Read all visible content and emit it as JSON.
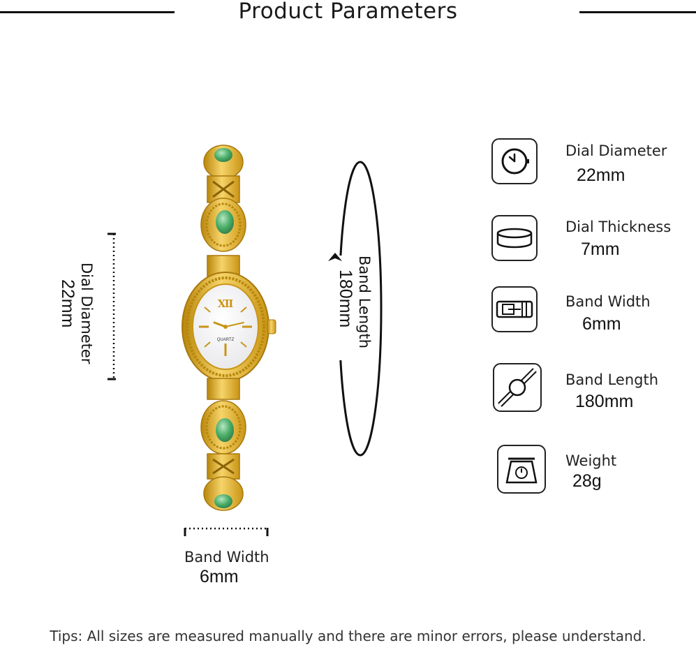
{
  "header": {
    "title": "Product Parameters"
  },
  "product_image": {
    "dial_label": "Dial Diameter",
    "dial_value": "22mm",
    "band_length_label": "Band Length",
    "band_length_value": "180mm",
    "band_width_label": "Band Width",
    "band_width_value": "6mm",
    "dial_text": "QUARTZ"
  },
  "params": [
    {
      "label": "Dial Diameter",
      "value": "22mm",
      "icon": "watch-icon"
    },
    {
      "label": "Dial Thickness",
      "value": "7mm",
      "icon": "thickness-icon"
    },
    {
      "label": "Band Width",
      "value": "6mm",
      "icon": "band-width-icon"
    },
    {
      "label": "Band Length",
      "value": "180mm",
      "icon": "band-length-icon"
    },
    {
      "label": "Weight",
      "value": "28g",
      "icon": "scale-icon"
    }
  ],
  "footer": {
    "tips": "Tips: All sizes are measured manually and there are minor errors, please understand."
  },
  "colors": {
    "gold": "#d9a520",
    "jade": "#4caf6a",
    "text": "#1a1a1a"
  }
}
